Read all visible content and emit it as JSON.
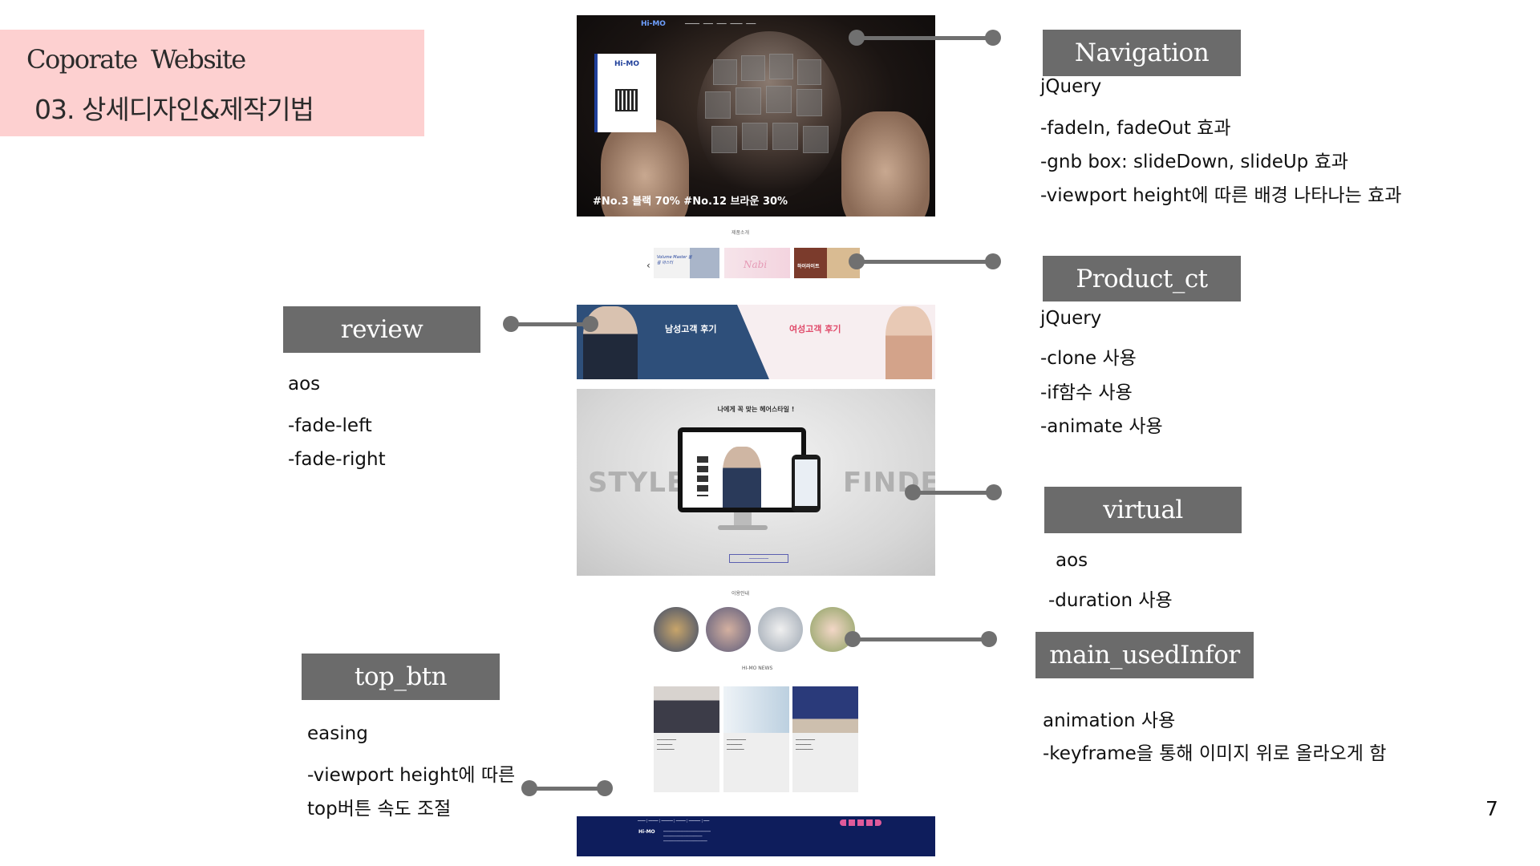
{
  "header": {
    "title": "Coporate  Website",
    "subtitle": "03. 상세디자인&제작기법"
  },
  "sections": {
    "navigation": {
      "label": "Navigation",
      "notes": [
        "jQuery",
        "-fadeIn, fadeOut 효과",
        "-gnb box: slideDown, slideUp 효과",
        "-viewport height에 따른 배경 나타나는 효과"
      ]
    },
    "product_ct": {
      "label": "Product_ct",
      "notes": [
        "jQuery",
        "-clone 사용",
        "-if함수 사용",
        "-animate 사용"
      ]
    },
    "review": {
      "label": "review",
      "notes": [
        "aos",
        "-fade-left",
        "-fade-right"
      ]
    },
    "virtual": {
      "label": "virtual",
      "notes": [
        "aos",
        "-duration 사용"
      ]
    },
    "main_usedinfor": {
      "label": "main_usedInfor",
      "notes": [
        "animation 사용",
        "-keyframe을 통해 이미지 위로 올라오게 함"
      ]
    },
    "top_btn": {
      "label": "top_btn",
      "notes": [
        "easing",
        "-viewport height에 따른",
        "top버튼 속도 조절"
      ]
    }
  },
  "mockup": {
    "hero": {
      "logo": "Hi-MO",
      "card_logo": "Hi-MO",
      "caption": "#No.3 블랙 70% #No.12 브라운 30%"
    },
    "products": {
      "title": "제품소개",
      "items": [
        {
          "name": "Volume Master 볼륨 마스터"
        },
        {
          "name": "Nabi"
        },
        {
          "name": "하이라이트"
        }
      ]
    },
    "review": {
      "male": "남성고객 후기",
      "female": "여성고객 후기"
    },
    "finder": {
      "headline": "나에게 꼭 맞는 헤어스타일 !",
      "left_word": "STYLE",
      "right_word": "FINDER"
    },
    "used": {
      "title": "이용안내"
    },
    "news": {
      "title": "HI-MO NEWS"
    },
    "footer": {
      "logo": "Hi-MO"
    }
  },
  "page_number": "7"
}
